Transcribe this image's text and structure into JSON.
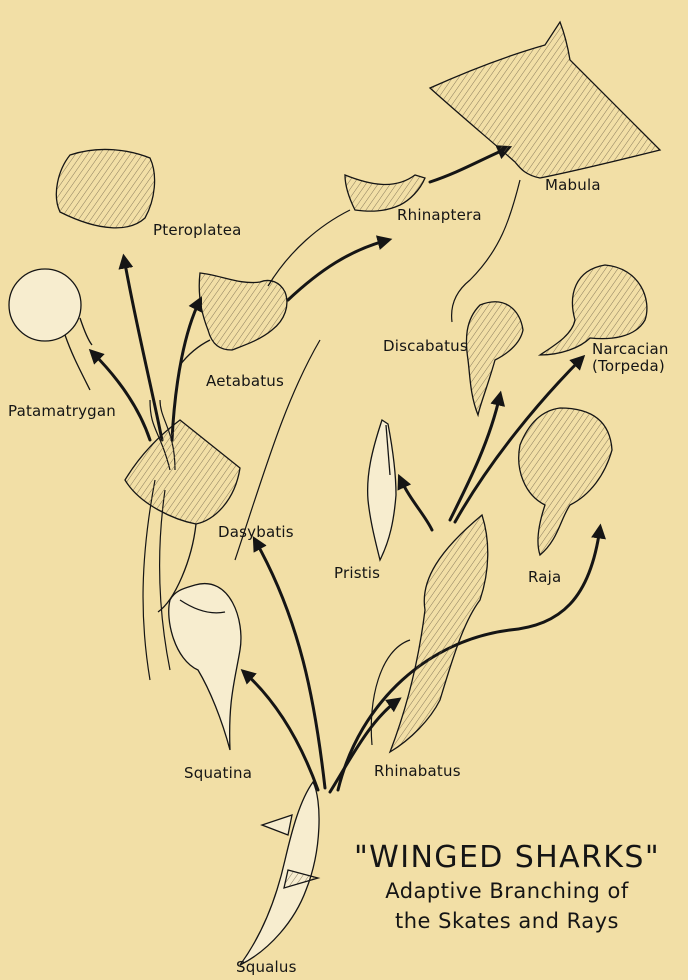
{
  "title": {
    "main": "\"WINGED SHARKS\"",
    "line1": "Adaptive Branching of",
    "line2": "the Skates and Rays"
  },
  "labels": {
    "pteroplatea": "Pteroplatea",
    "rhinaptera": "Rhinaptera",
    "mabula": "Mabula",
    "patamatrygan": "Patamatrygan",
    "aetabatus": "Aetabatus",
    "discabatus": "Discabatus",
    "narcacian": "Narcacian",
    "torpeda": "(Torpeda)",
    "dasybatis": "Dasybatis",
    "pristis": "Pristis",
    "raja": "Raja",
    "squatina": "Squatina",
    "rhinabatus": "Rhinabatus",
    "squalus": "Squalus"
  },
  "colors": {
    "background": "#f2dfa6",
    "ink": "#151515",
    "fill": "#f7edcf"
  }
}
